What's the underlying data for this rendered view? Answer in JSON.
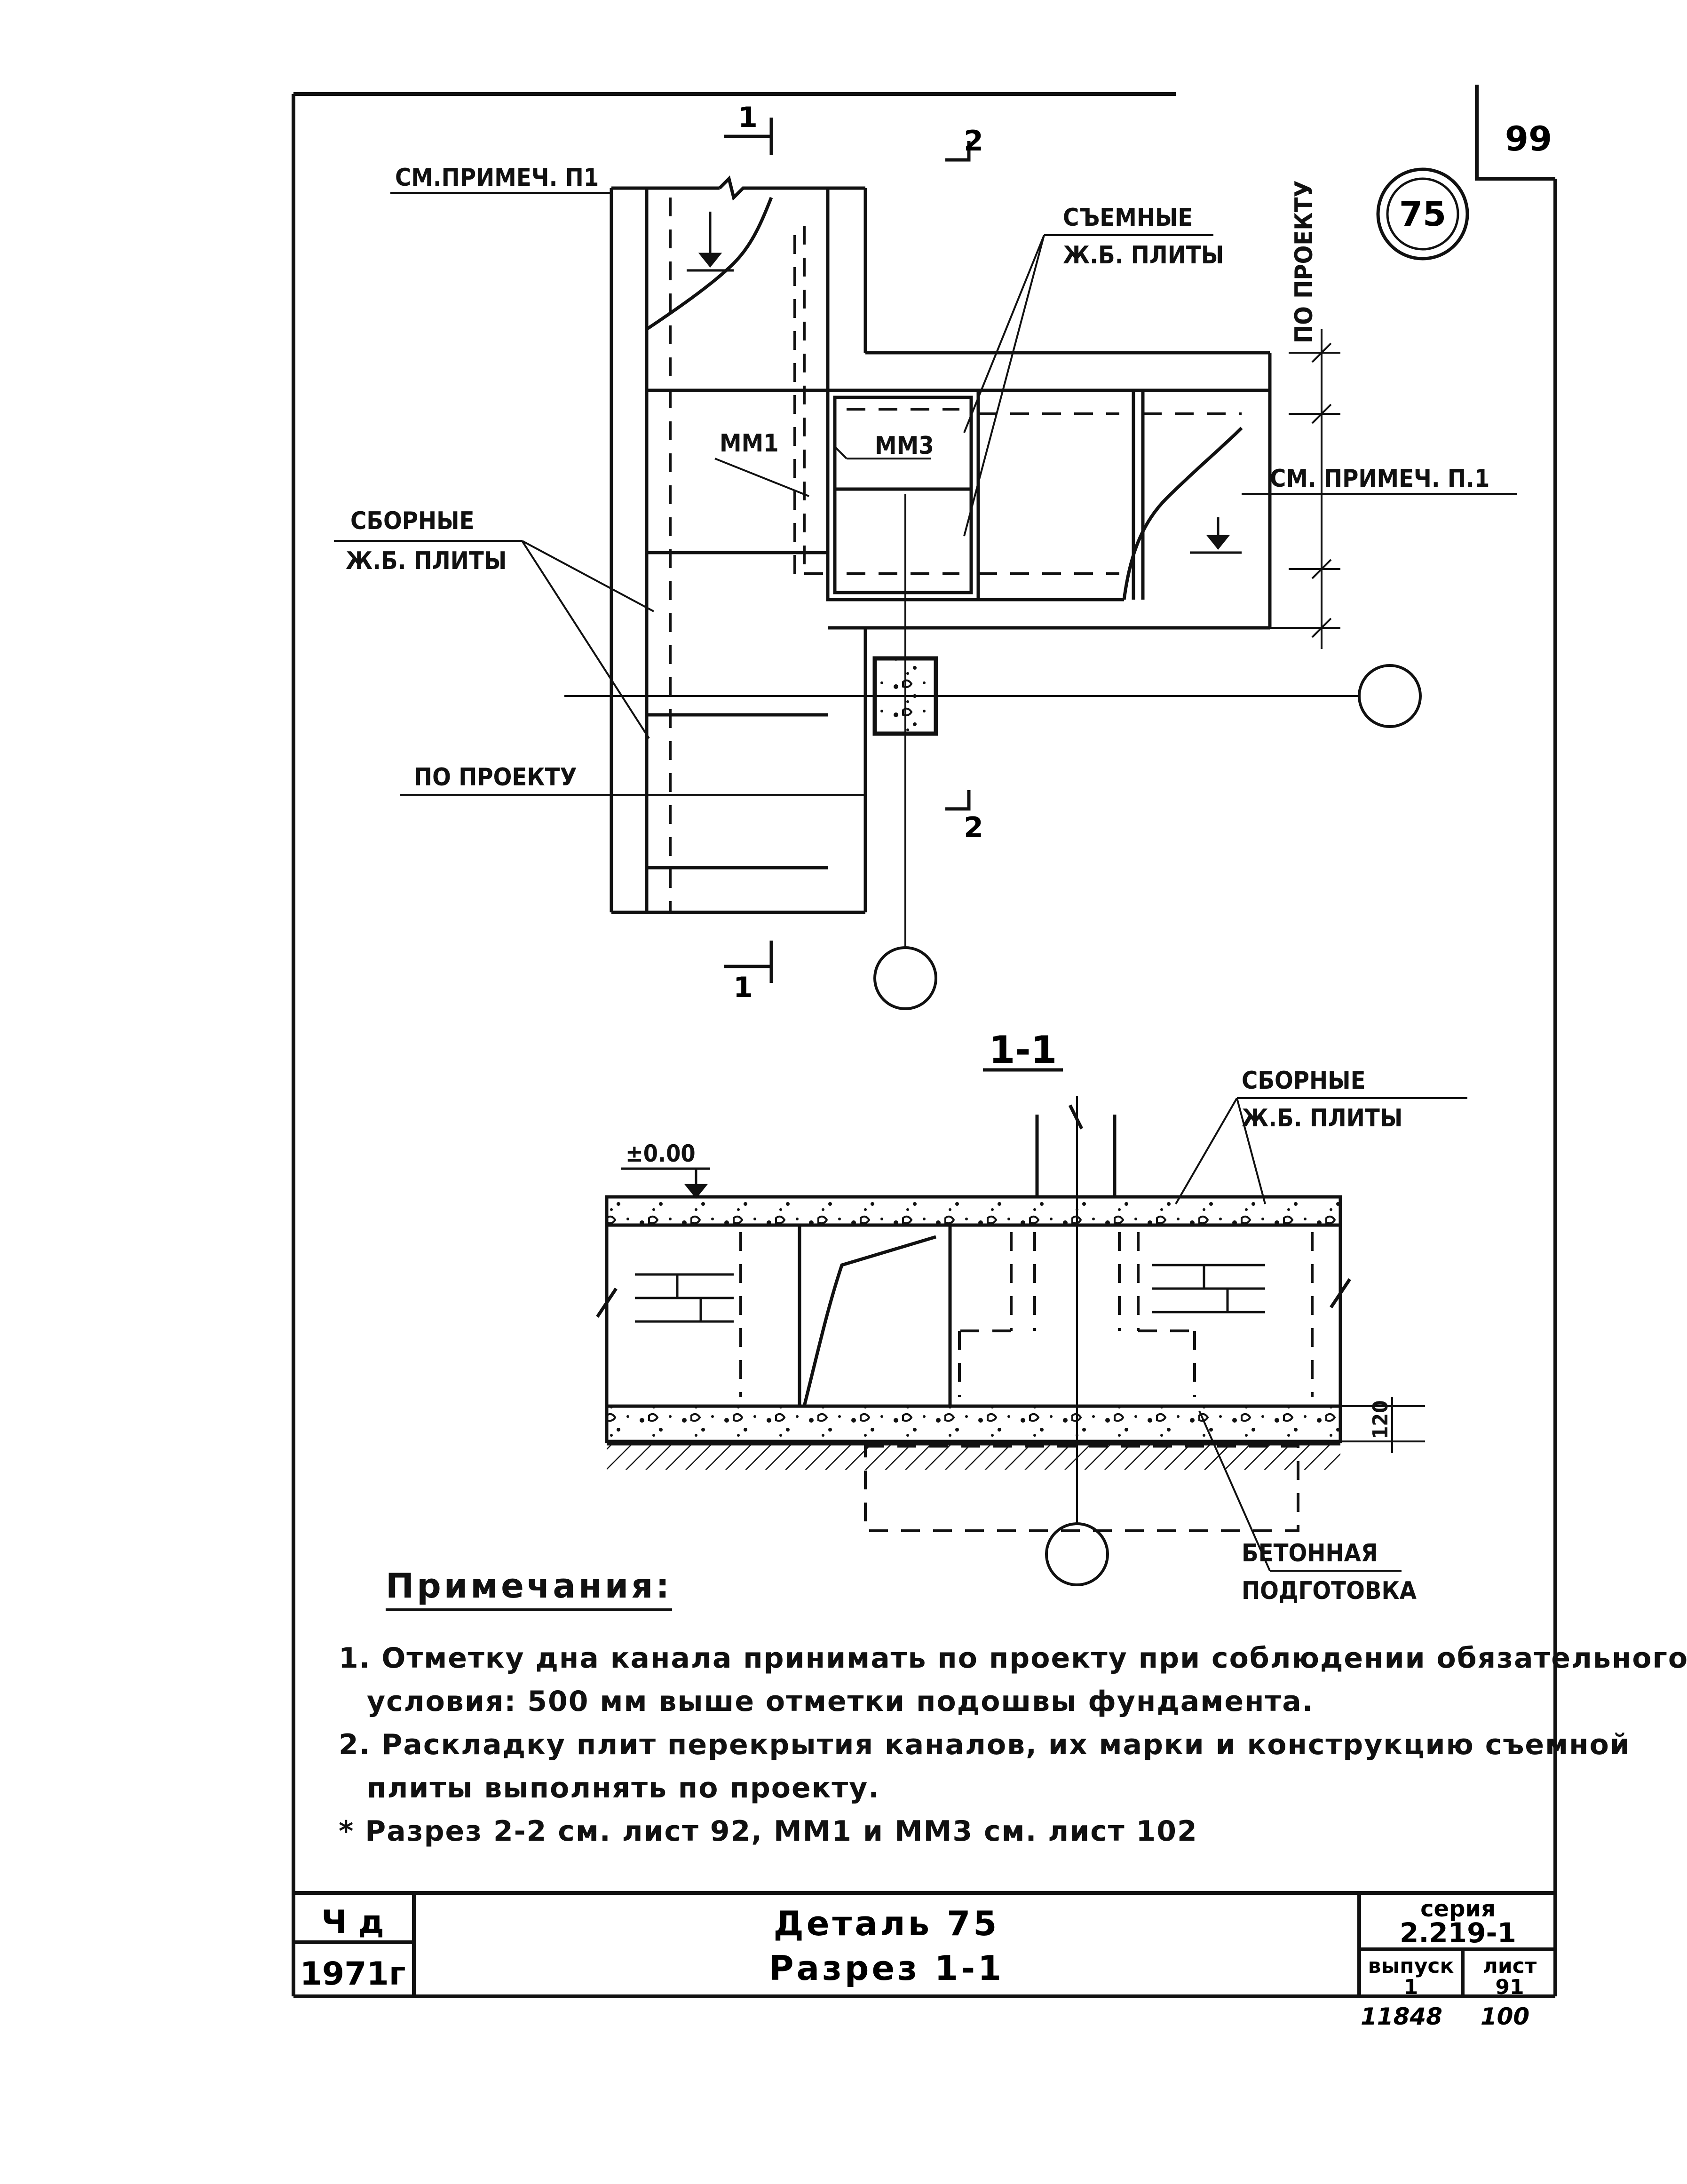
{
  "sheet": {
    "page_number": "99",
    "detail_circle": "75"
  },
  "plan_labels": {
    "see_note_top_left": "СМ.ПРИМЕЧ. П1",
    "removable_slabs_1": "СЪЕМНЫЕ",
    "removable_slabs_2": "Ж.Б. ПЛИТЫ",
    "prefab_slabs_1": "СБОРНЫЕ",
    "prefab_slabs_2": "Ж.Б. ПЛИТЫ",
    "mm1": "ММ1",
    "mm3": "ММ3",
    "see_note_right": "СМ. ПРИМЕЧ. П.1",
    "by_project_left": "ПО ПРОЕКТУ",
    "by_project_vertical": "ПО ПРОЕКТУ",
    "cut_1_top": "1",
    "cut_1_bottom": "1",
    "cut_2_top": "2",
    "cut_2_bottom": "2"
  },
  "section_labels": {
    "section_title": "1-1",
    "level_mark": "±0.00",
    "prefab_slabs_1": "СБОРНЫЕ",
    "prefab_slabs_2": "Ж.Б. ПЛИТЫ",
    "concrete_prep_1": "БЕТОННАЯ",
    "concrete_prep_2": "ПОДГОТОВКА",
    "dim_120": "120"
  },
  "notes": {
    "title": "Примечания:",
    "n1_line1": "1. Отметку дна канала принимать по проекту при соблюдении обязательного",
    "n1_line2": "условия: 500 мм выше отметки подошвы фундамента.",
    "n2_line1": "2. Раскладку плит перекрытия каналов, их марки и конструкцию съемной",
    "n2_line2": "плиты выполнять по проекту.",
    "n3": "* Разрез 2-2 см. лист 92, ММ1 и ММ3 см. лист 102"
  },
  "title_block": {
    "stamp_top": "Ч д",
    "year": "1971г",
    "title_line1": "Деталь 75",
    "title_line2": "Разрез 1-1",
    "series_label": "серия",
    "series_value": "2.219-1",
    "issue_label": "выпуск",
    "issue_value": "1",
    "sheet_label": "лист",
    "sheet_value": "91",
    "inv_number": "11848",
    "page_footer": "100"
  }
}
